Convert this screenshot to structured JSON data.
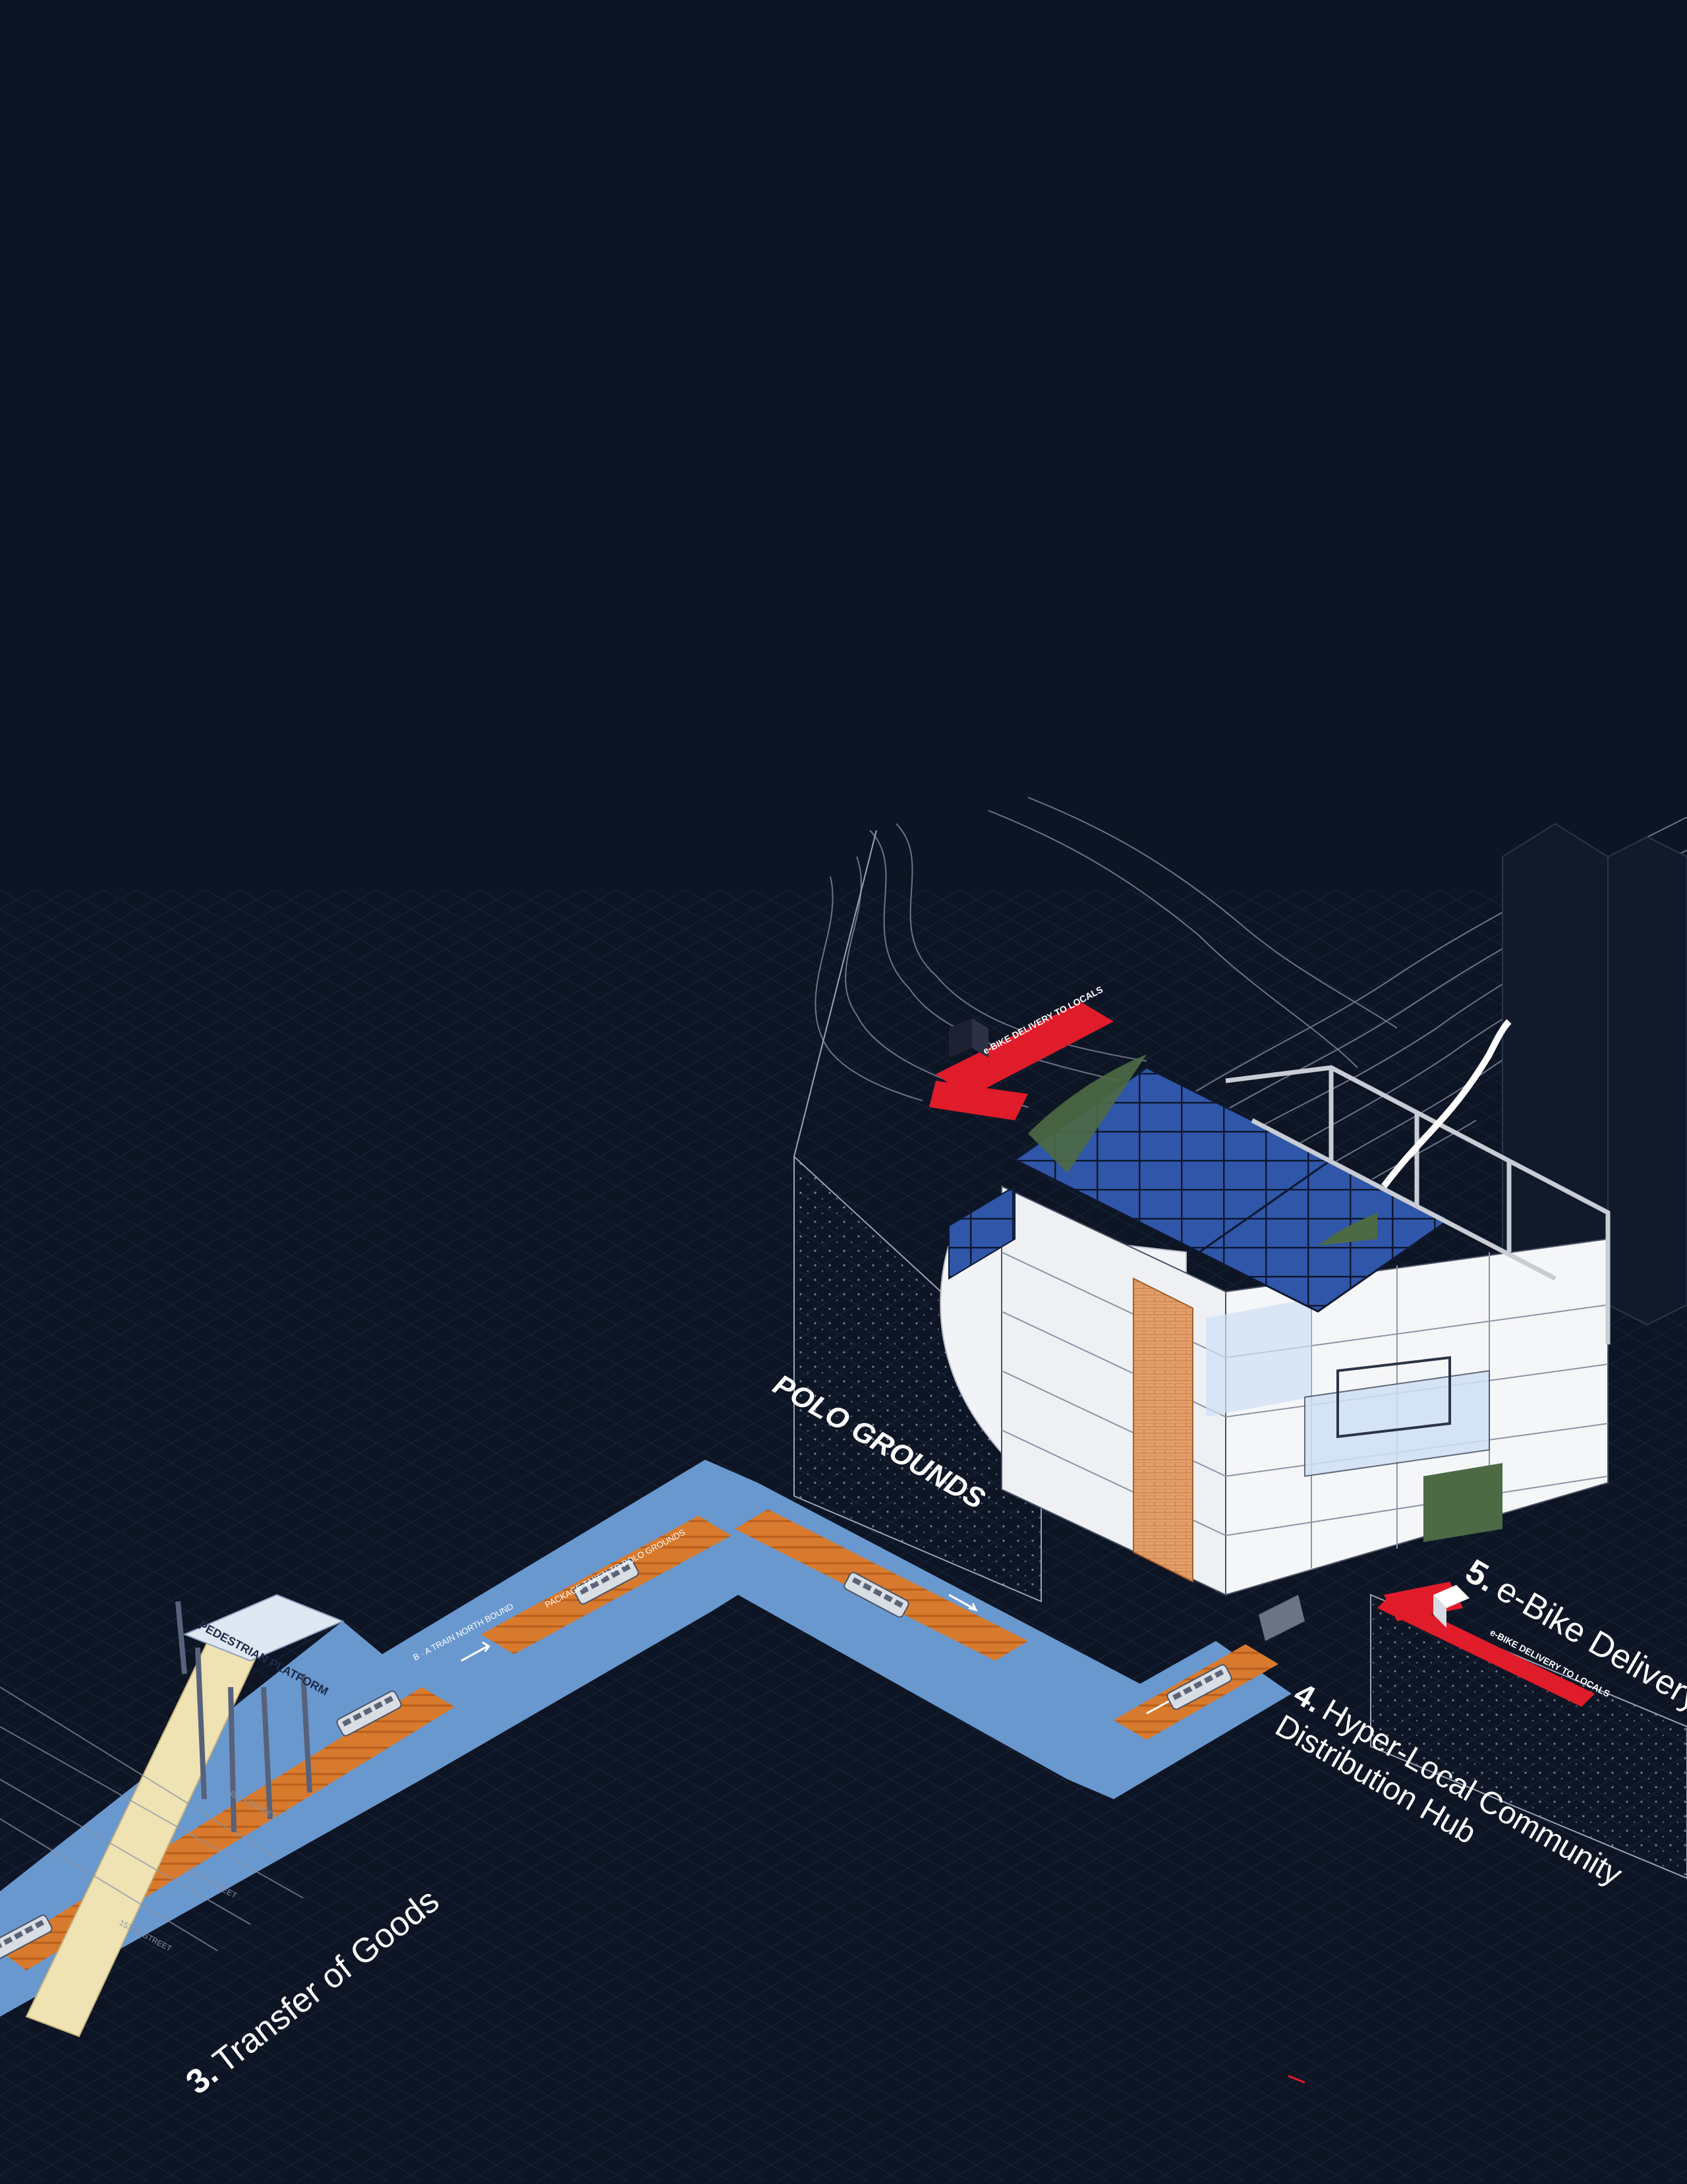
{
  "site_label": "POLO GROUNDS",
  "steps": [
    {
      "number": "3.",
      "title_lines": [
        "Transfer of Goods"
      ]
    },
    {
      "number": "4.",
      "title_lines": [
        "Hyper-Local Community",
        "Distribution Hub"
      ]
    },
    {
      "number": "5.",
      "title_lines": [
        "e-Bike Delivery"
      ]
    }
  ],
  "labels": {
    "pedestrian_platform": "PEDESTRIAN PLATFORM",
    "train_north": "B · A TRAIN NORTH BOUND",
    "package_taken": "PACKAGE TAKEN TO POLO GROUNDS",
    "ebike_top": "e-BIKE DELIVERY TO LOCALS",
    "ebike_bottom": "e-BIKE DELIVERY TO LOCALS",
    "street_1": "155TH STREET",
    "street_2": "153RD STREET",
    "street_3": "145TH STREET"
  },
  "colors": {
    "background": "#0d1524",
    "grid": "#1b2740",
    "route_blue": "#6f9fd8",
    "track_orange": "#d87a2e",
    "delivery_red": "#e01b2a",
    "solar_blue": "#2f56a8",
    "green_roof": "#4c6a44",
    "brick": "#e3a06a",
    "platform_cream": "#efe2b3"
  },
  "icons": [
    "train-car-icon",
    "delivery-box-icon",
    "e-bike-icon",
    "direction-arrow-icon"
  ]
}
